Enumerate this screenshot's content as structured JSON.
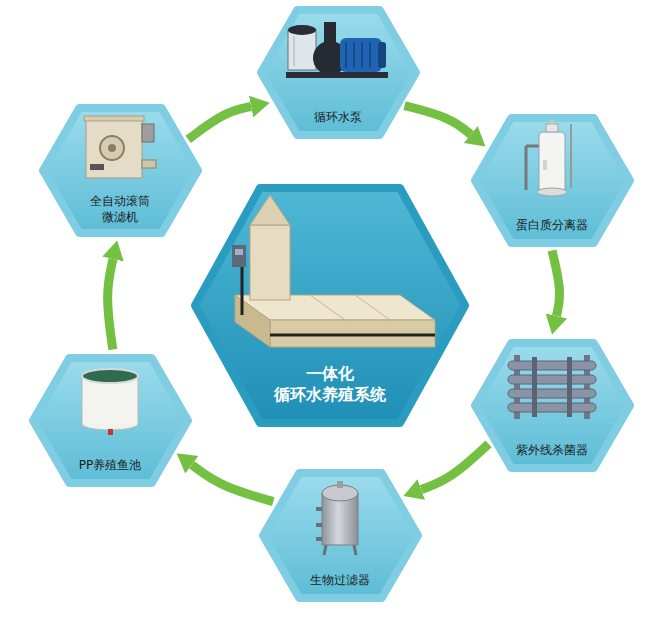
{
  "diagram": {
    "nodes": [
      {
        "text": [
          "循环水泵"
        ]
      },
      {
        "text": [
          "蛋白质分离器"
        ]
      },
      {
        "text": [
          "紫外线杀菌器"
        ]
      },
      {
        "text": [
          "生物过滤器"
        ]
      },
      {
        "text": [
          "PP养殖鱼池"
        ]
      },
      {
        "text": [
          "全自动滚筒 微滤机"
        ]
      },
      {
        "text": [
          "一体化 循环水养殖系统"
        ]
      }
    ],
    "edges": [
      {
        "from": 0,
        "to": 1,
        "arrow": "to"
      },
      {
        "from": 1,
        "to": 2,
        "arrow": "to"
      },
      {
        "from": 2,
        "to": 3,
        "arrow": "to"
      },
      {
        "from": 3,
        "to": 4,
        "arrow": "to"
      },
      {
        "from": 4,
        "to": 5,
        "arrow": "to"
      },
      {
        "from": 5,
        "to": 0,
        "arrow": "to"
      }
    ]
  }
}
